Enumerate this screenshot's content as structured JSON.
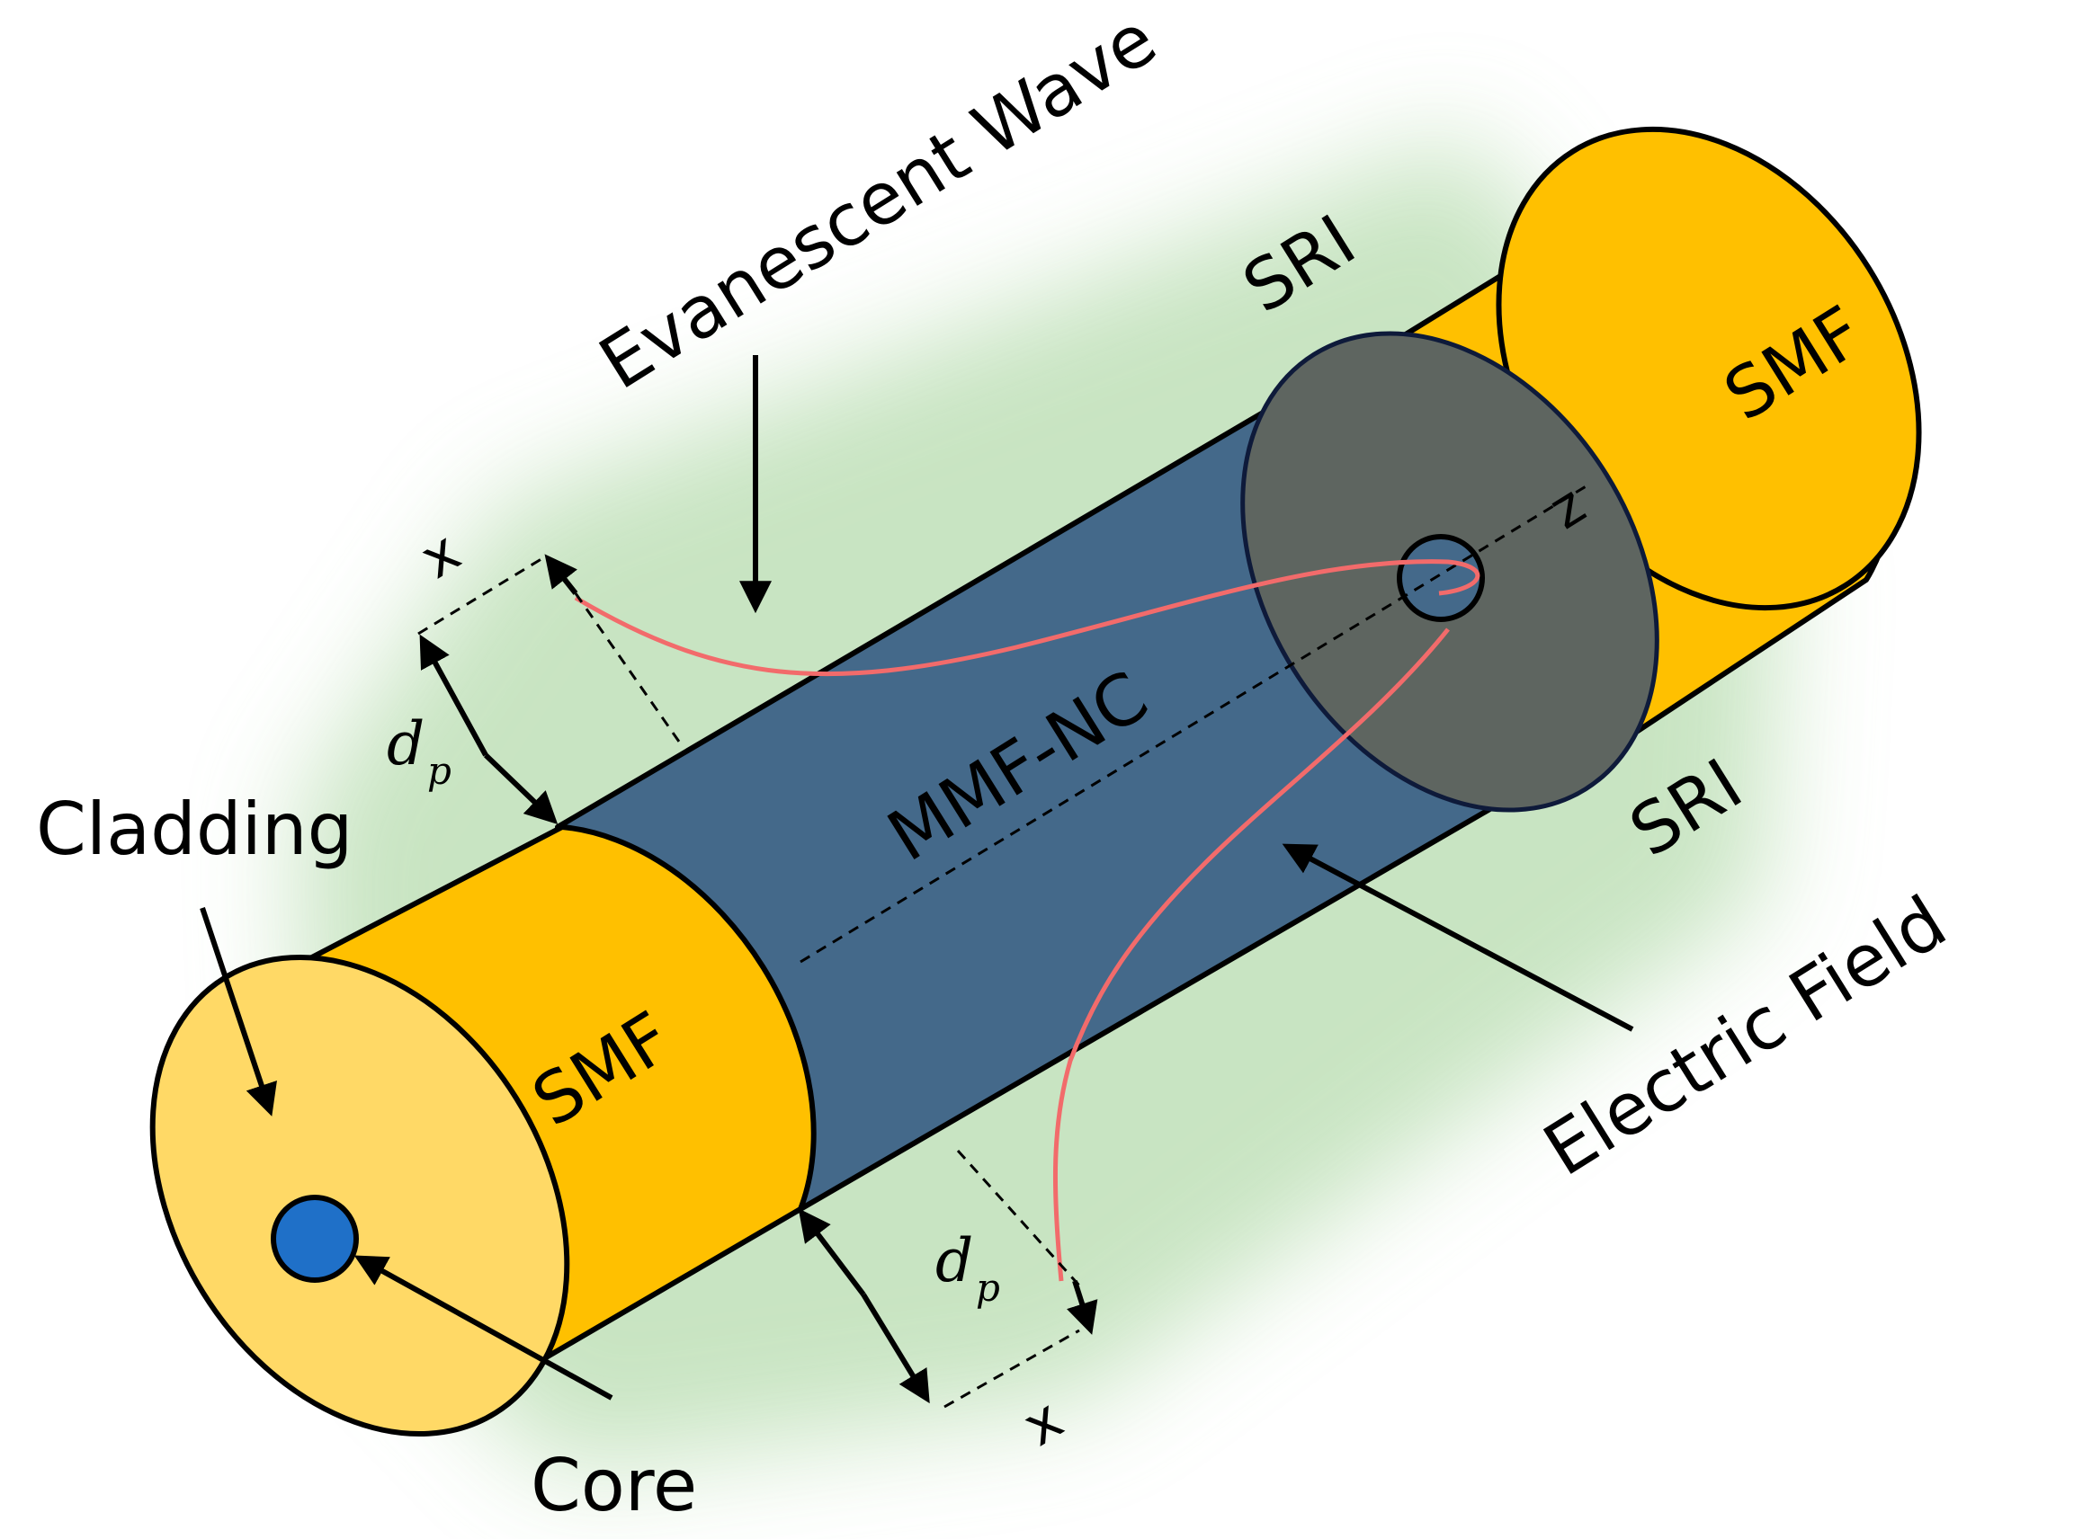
{
  "labels": {
    "evanescent_wave": "Evanescent Wave",
    "sri_top": "SRI",
    "sri_bottom": "SRI",
    "smf_left": "SMF",
    "smf_right": "SMF",
    "mmf_nc": "MMF-NC",
    "cladding": "Cladding",
    "core": "Core",
    "electric_field": "Electric Field",
    "axis_z": "z",
    "axis_x_top": "x",
    "axis_x_bottom": "x",
    "dp_top": "d",
    "dp_top_sub": "p",
    "dp_bottom": "d",
    "dp_bottom_sub": "p"
  },
  "colors": {
    "smf_fill": "#FFC000",
    "cladding_face": "#FFD966",
    "mmf_fill": "#44698A",
    "mmf_end_face": "#5E6560",
    "core_fill": "#1F70C8",
    "field_line": "#F26B6B",
    "evanescent_glow": "#BFE0B8"
  }
}
